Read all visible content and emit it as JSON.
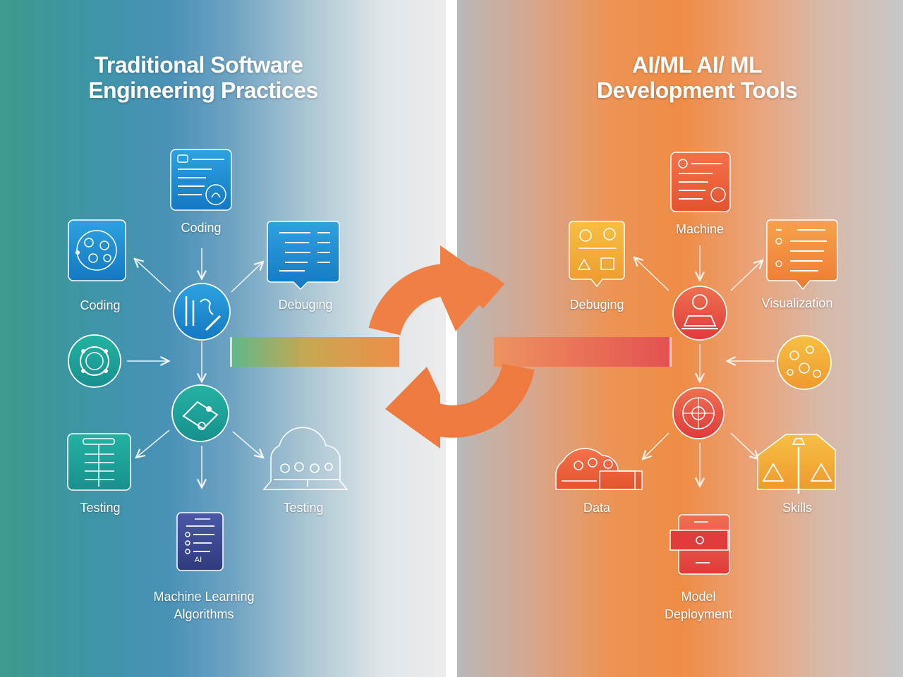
{
  "left": {
    "title_line1": "Traditional Software",
    "title_line2": "Engineering Practices",
    "labels": {
      "coding_top": "Coding",
      "coding_left": "Coding",
      "debugging": "Debuging",
      "testing_left": "Testing",
      "testing_right": "Testing",
      "ml_line1": "Machine Learning",
      "ml_line2": "Algorithms"
    },
    "doc_icon_text": "AI"
  },
  "right": {
    "title_line1": "AI/ML AI/ ML",
    "title_line2": "Development Tools",
    "labels": {
      "machine": "Machine",
      "debugging": "Debuging",
      "visualization": "Visualization",
      "data": "Data",
      "skills": "Skills",
      "model_line1": "Model",
      "model_line2": "Deployment"
    }
  },
  "colors": {
    "left_accent": "#1f86c9",
    "left_teal": "#1fa39a",
    "left_navy": "#3b4a8e",
    "right_accent": "#ee5a3c",
    "right_amber": "#f2a93b",
    "right_red": "#e23d3d",
    "cycle_orange": "#f0813f"
  },
  "icons": {
    "left_hub": "tools-icon",
    "right_hub": "flask-icon",
    "center": "cycle-arrows-icon"
  }
}
